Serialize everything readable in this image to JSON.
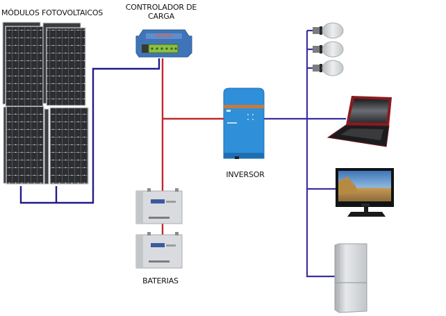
{
  "title": "Sistema fotovoltaico aislado",
  "labels": {
    "panels": "MÓDULOS FOTOVOLTAICOS",
    "controller_line1": "CONTROLADOR DE",
    "controller_line2": "CARGA",
    "inverter": "INVERSOR",
    "batteries": "BATERIAS"
  },
  "components": [
    {
      "id": "solar-panels",
      "name": "Módulos fotovoltaicos",
      "count": 4
    },
    {
      "id": "charge-controller",
      "name": "Controlador de carga"
    },
    {
      "id": "batteries",
      "name": "Baterias",
      "count": 2
    },
    {
      "id": "inverter",
      "name": "Inversor"
    },
    {
      "id": "loads",
      "items": [
        "light-bulb",
        "light-bulb",
        "light-bulb",
        "laptop",
        "television",
        "refrigerator"
      ]
    }
  ],
  "colors": {
    "dc_wire_negative": "#1f1a8c",
    "dc_wire_positive": "#c0282d",
    "ac_wire": "#3a2fa0",
    "panel": "#2b2d30",
    "device_blue": "#2f8fd8",
    "battery": "#d7d9dc"
  }
}
